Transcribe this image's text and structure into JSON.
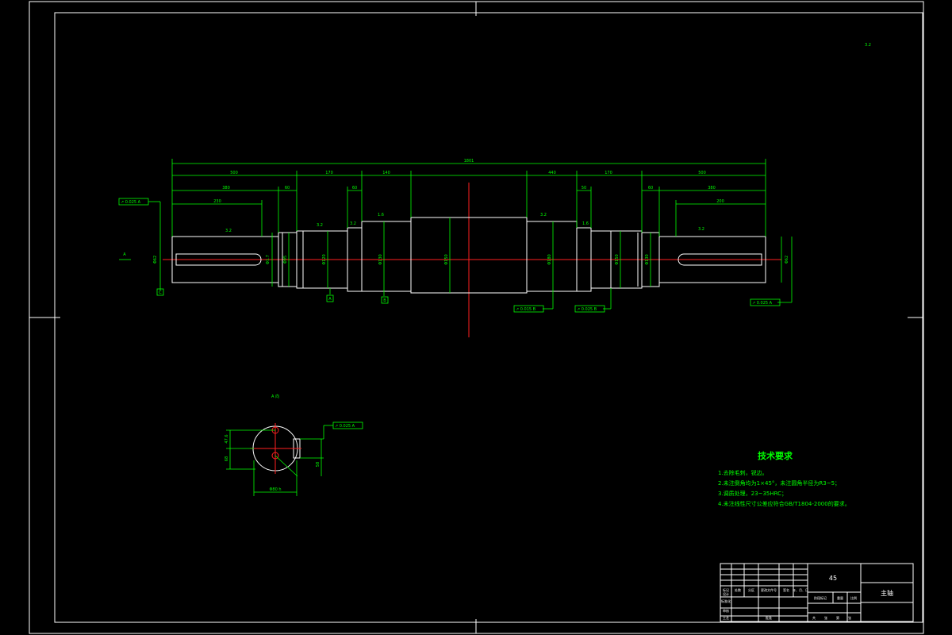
{
  "view_label": "A 向",
  "arrow_label": "A",
  "overall_length": "1801",
  "top_dims": [
    "500",
    "170",
    "140",
    "440",
    "170",
    "500"
  ],
  "mid_dims": [
    "380",
    "60",
    "60",
    "50",
    "60",
    "380"
  ],
  "inner_dims": [
    "230",
    "200"
  ],
  "roughness": [
    "3.2",
    "3.2",
    "3.2",
    "1.6",
    "3.2",
    "1.6",
    "3.2",
    "3.2",
    "3.2"
  ],
  "diameters": [
    "Φ1.7",
    "Φ95",
    "Φ120",
    "Φ130",
    "Φ150",
    "Φ180",
    "Φ150",
    "Φ130",
    "Φ120",
    "Φ95"
  ],
  "key_widths": [
    "Φ62",
    "Φ62"
  ],
  "tolerance_frames": [
    "0.025 A",
    "0.015 B",
    "0.025 B",
    "0.025 A",
    "0.025 A"
  ],
  "datums": [
    "C",
    "A",
    "B"
  ],
  "section_dims": [
    "47.6",
    "68",
    "58",
    "Φ80 h"
  ],
  "tech_title": "技术要求",
  "tech_items": [
    "1.去除毛刺，锐边。",
    "2.未注倒角均为1×45°，未注圆角半径为R3~5；",
    "3.调质处理，23~35HRC；",
    "4.未注线性尺寸公差应符合GB/T1804-2000的要求。"
  ],
  "title_block": {
    "material": "45",
    "part_name": "主轴",
    "row_labels": [
      "标记",
      "处数",
      "分区",
      "更改文件号",
      "签名",
      "年、月、日"
    ],
    "lower_labels": [
      "设计",
      "标准化",
      "审核",
      "工艺",
      "批准"
    ],
    "right_labels": [
      "阶段标记",
      "重量",
      "比例"
    ],
    "sheet_labels": [
      "共",
      "张",
      "第",
      "张"
    ]
  }
}
